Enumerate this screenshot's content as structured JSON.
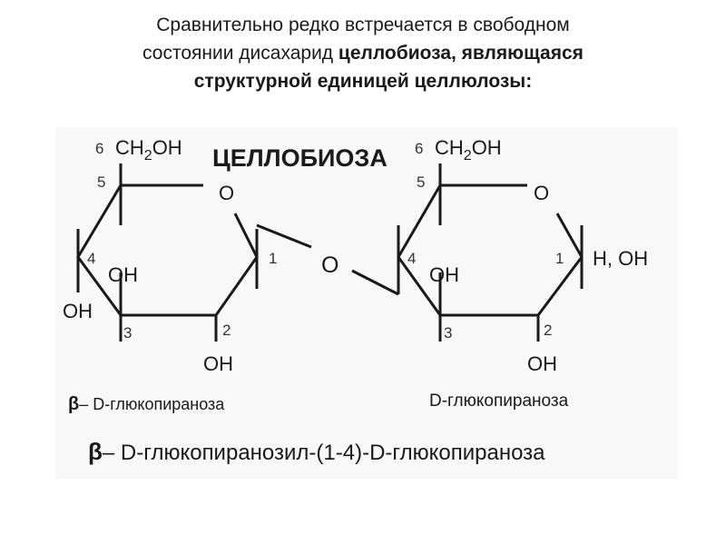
{
  "title": {
    "line1": "Сравнительно редко встречается в свободном",
    "line2_regular": "состоянии дисахарид ",
    "line2_bold": "целлобиоза, являющаяся",
    "line3_bold": "структурной единицей целлюлозы:"
  },
  "diagram": {
    "heading": "ЦЕЛЛОБИОЗА",
    "heading_color": "#2e3f8f",
    "bridge_oxygen": "O",
    "left_ring": {
      "ring_oxygen": "O",
      "c6_number": "6",
      "c6_group": "CH",
      "c6_sub": "2",
      "c6_tail": "OH",
      "numbers": {
        "c1": "1",
        "c2": "2",
        "c3": "3",
        "c4": "4",
        "c5": "5"
      },
      "oh_c2": "OH",
      "oh_c3": "OH",
      "oh_c4": "OH",
      "caption_prefix": "β",
      "caption": "– D-глюкопираноза"
    },
    "right_ring": {
      "ring_oxygen": "O",
      "c6_number": "6",
      "c6_group": "CH",
      "c6_sub": "2",
      "c6_tail": "OH",
      "numbers": {
        "c1": "1",
        "c2": "2",
        "c3": "3",
        "c4": "4",
        "c5": "5"
      },
      "c1_groups": "H, OH",
      "oh_c2": "OH",
      "oh_c3": "OH",
      "caption": "D-глюкопираноза"
    },
    "full_name_prefix": "β",
    "full_name": "– D-глюкопиранозил-(1-4)-D-глюкопираноза"
  }
}
